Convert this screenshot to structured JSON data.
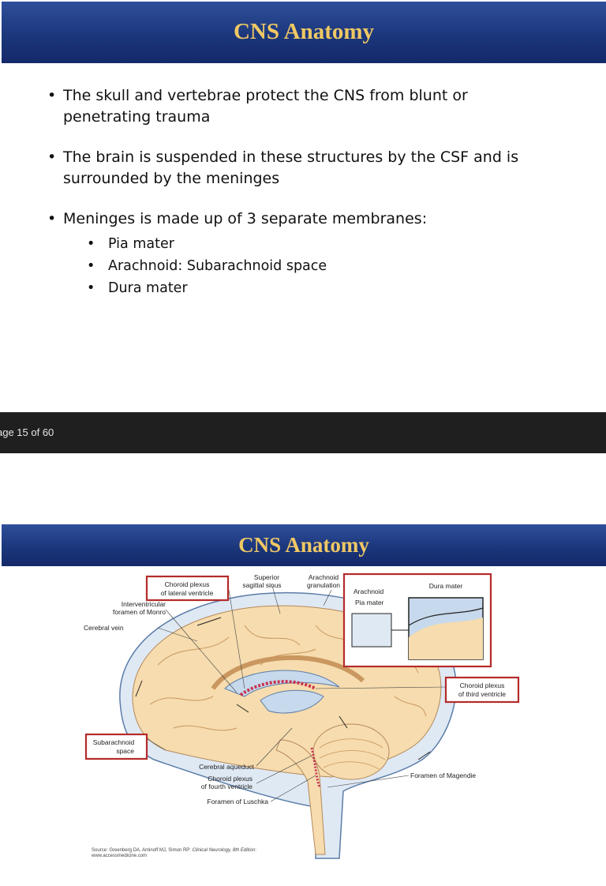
{
  "slide1": {
    "title": "CNS Anatomy",
    "bullets": [
      "The skull and vertebrae protect the CNS from blunt or penetrating trauma",
      "The brain is suspended in these structures by the CSF and is surrounded by the meninges",
      "Meninges is made up of 3 separate membranes:"
    ],
    "sub_bullets": [
      "Pia mater",
      "Arachnoid: Subarachnoid space",
      "Dura mater"
    ]
  },
  "page_bar": {
    "text": "age 15 of 60"
  },
  "slide2": {
    "title": "CNS Anatomy",
    "figure_labels": {
      "choroid_lateral_1": "Choroid plexus",
      "choroid_lateral_2": "of lateral ventricle",
      "superior_sinus_1": "Superior",
      "superior_sinus_2": "sagittal sinus",
      "arachnoid_gran_1": "Arachnoid",
      "arachnoid_gran_2": "granulation",
      "interventricular_1": "Interventricular",
      "interventricular_2": "foramen of Monro",
      "cerebral_vein": "Cerebral vein",
      "inset_arachnoid": "Arachnoid",
      "inset_pia": "Pia mater",
      "inset_dura": "Dura mater",
      "choroid_third_1": "Choroid plexus",
      "choroid_third_2": "of third ventricle",
      "subarachnoid_1": "Subarachnoid",
      "subarachnoid_2": "space",
      "cerebral_aqueduct": "Cerebral aqueduct",
      "choroid_fourth_1": "Choroid plexus",
      "choroid_fourth_2": "of fourth ventricle",
      "foramen_magendie": "Foramen of Magendie",
      "foramen_luschka": "Foramen of Luschka"
    },
    "source_line1_prefix": "Source: Greenberg DA, Aminoff MJ, Simon RP: ",
    "source_line1_italic": "Clinical Neurology, 8th Edition",
    "source_line1_suffix": ":",
    "source_line2": "www.accessmedicine.com"
  },
  "colors": {
    "header_bg": "#1a3579",
    "header_text": "#f0c864",
    "highlight_box": "#b52a2a",
    "brain": "#f6dcae",
    "csf": "#c7d9ec"
  }
}
